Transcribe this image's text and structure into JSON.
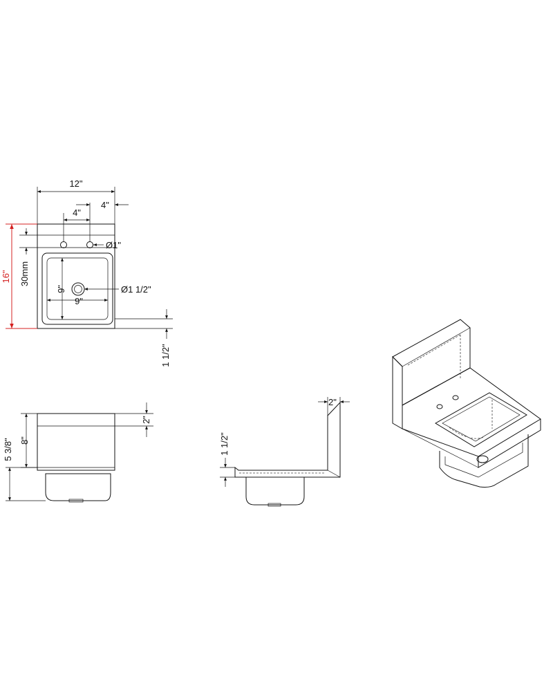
{
  "colors": {
    "line": "#111111",
    "highlight": "#d42020",
    "background": "#ffffff"
  },
  "dimensions": {
    "overall_width": "12\"",
    "offset_right": "4\"",
    "faucet_spacing": "4\"",
    "faucet_hole": "Ø1\"",
    "overall_depth": "16\"",
    "backsplash_offset": "30mm",
    "bowl_depth": "9\"",
    "bowl_width": "9\"",
    "drain": "Ø1 1/2\"",
    "rim_height_top": "1 1/2\"",
    "backsplash_height": "8\"",
    "bowl_height": "5 3/8\"",
    "apron": "2\"",
    "side_top": "2\"",
    "rim_height_side": "1 1/2\""
  }
}
